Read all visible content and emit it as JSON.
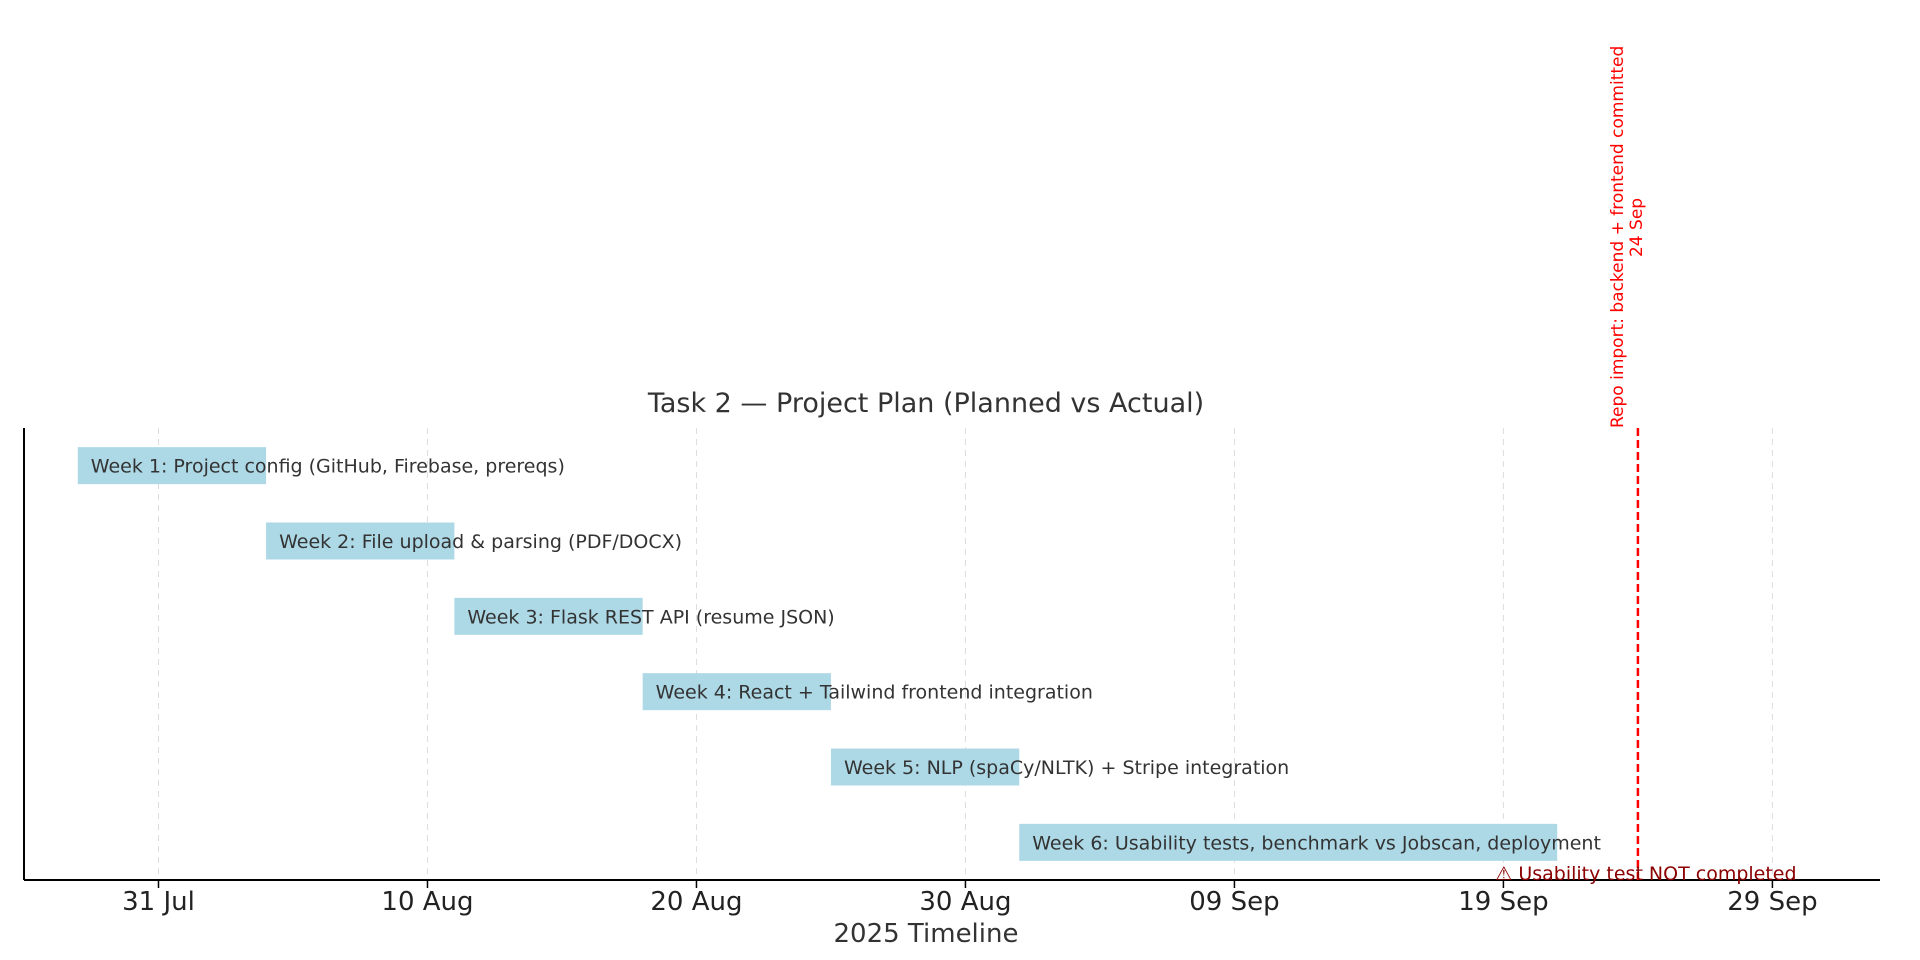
{
  "chart_data": {
    "type": "bar",
    "title": "Task 2 — Project Plan (Planned vs Actual)",
    "xlabel": "2025 Timeline",
    "ylabel": "",
    "x_axis_type": "date",
    "xlim": [
      "2025-07-26",
      "2025-10-03"
    ],
    "x_ticks": [
      {
        "date": "2025-07-31",
        "label": "31 Jul"
      },
      {
        "date": "2025-08-10",
        "label": "10 Aug"
      },
      {
        "date": "2025-08-20",
        "label": "20 Aug"
      },
      {
        "date": "2025-08-30",
        "label": "30 Aug"
      },
      {
        "date": "2025-09-09",
        "label": "09 Sep"
      },
      {
        "date": "2025-09-19",
        "label": "19 Sep"
      },
      {
        "date": "2025-09-29",
        "label": "29 Sep"
      }
    ],
    "grid": true,
    "tasks": [
      {
        "label": "Week 1: Project config (GitHub, Firebase, prereqs)",
        "start": "2025-07-28",
        "end": "2025-08-04"
      },
      {
        "label": "Week 2: File upload & parsing (PDF/DOCX)",
        "start": "2025-08-04",
        "end": "2025-08-11"
      },
      {
        "label": "Week 3: Flask REST API (resume JSON)",
        "start": "2025-08-11",
        "end": "2025-08-18"
      },
      {
        "label": "Week 4: React + Tailwind frontend integration",
        "start": "2025-08-18",
        "end": "2025-08-25"
      },
      {
        "label": "Week 5: NLP (spaCy/NLTK) + Stripe integration",
        "start": "2025-08-25",
        "end": "2025-09-01"
      },
      {
        "label": "Week 6: Usability tests, benchmark vs Jobscan, deployment",
        "start": "2025-09-01",
        "end": "2025-09-21"
      }
    ],
    "marker": {
      "date": "2025-09-24",
      "label": "Repo import: backend + frontend committed",
      "date_label": "24 Sep",
      "note": "⚠ Usability test NOT completed"
    },
    "colors": {
      "bar": "#add8e6",
      "text": "#333333",
      "marker": "#ff0000",
      "note": "#8b0000",
      "grid": "#dddddd"
    }
  }
}
